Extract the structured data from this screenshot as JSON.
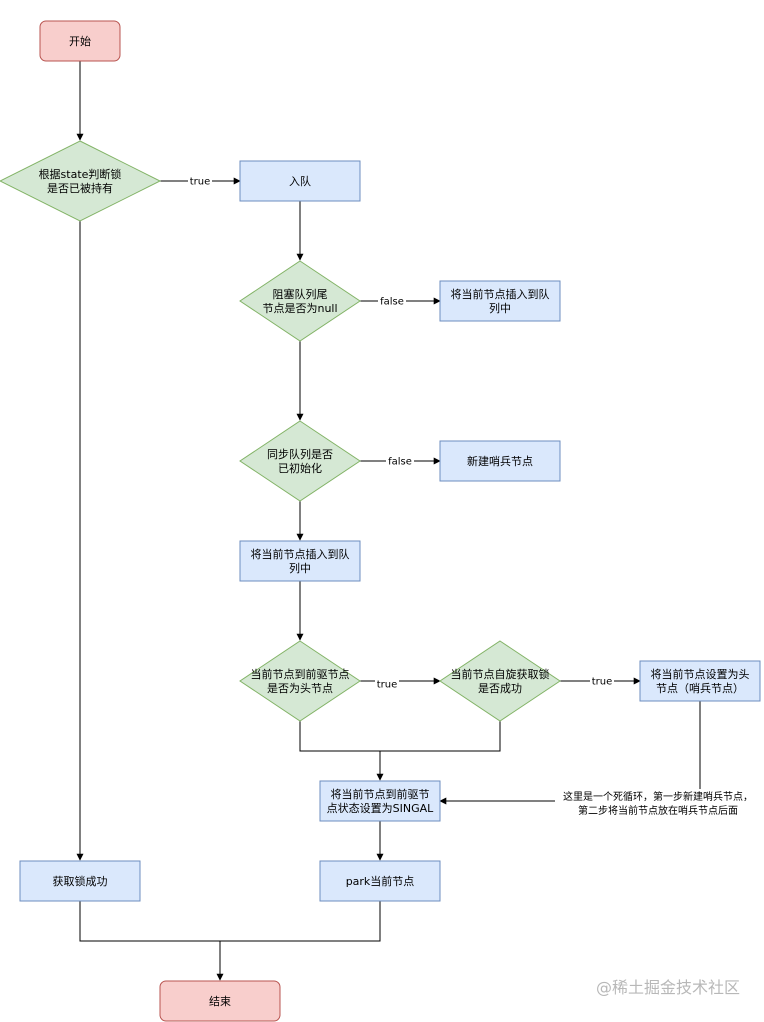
{
  "colors": {
    "terminal_fill": "#f8cecc",
    "terminal_stroke": "#b85450",
    "process_fill": "#dae8fc",
    "process_stroke": "#6c8ebf",
    "decision_fill": "#d5e8d4",
    "decision_stroke": "#82b366",
    "line": "#000000",
    "watermark": "#b8b8b8"
  },
  "nodes": {
    "start": [
      "开始"
    ],
    "check_lock": [
      "根据state判断锁",
      "是否已被持有"
    ],
    "enqueue": [
      "入队"
    ],
    "tail_null": [
      "阻塞队列尾",
      "节点是否为null"
    ],
    "insert_a": [
      "将当前节点插入到队",
      "列中"
    ],
    "queue_init": [
      "同步队列是否",
      "已初始化"
    ],
    "new_sentinel": [
      "新建哨兵节点"
    ],
    "insert_b": [
      "将当前节点插入到队",
      "列中"
    ],
    "pred_head": [
      "当前节点到前驱节点",
      "是否为头节点"
    ],
    "spin_lock": [
      "当前节点自旋获取锁",
      "是否成功"
    ],
    "set_head": [
      "将当前节点设置为头",
      "节点（哨兵节点）"
    ],
    "set_signal": [
      "将当前节点到前驱节",
      "点状态设置为SINGAL"
    ],
    "acquire_ok": [
      "获取锁成功"
    ],
    "park": [
      "park当前节点"
    ],
    "end": [
      "结束"
    ]
  },
  "edge_labels": {
    "check_true": "true",
    "tail_false": "false",
    "init_false": "false",
    "pred_true": "true",
    "spin_true": "true"
  },
  "note": [
    "这里是一个死循环，第一步新建哨兵节点，",
    "第二步将当前节点放在哨兵节点后面"
  ],
  "watermark": "@稀土掘金技术社区"
}
